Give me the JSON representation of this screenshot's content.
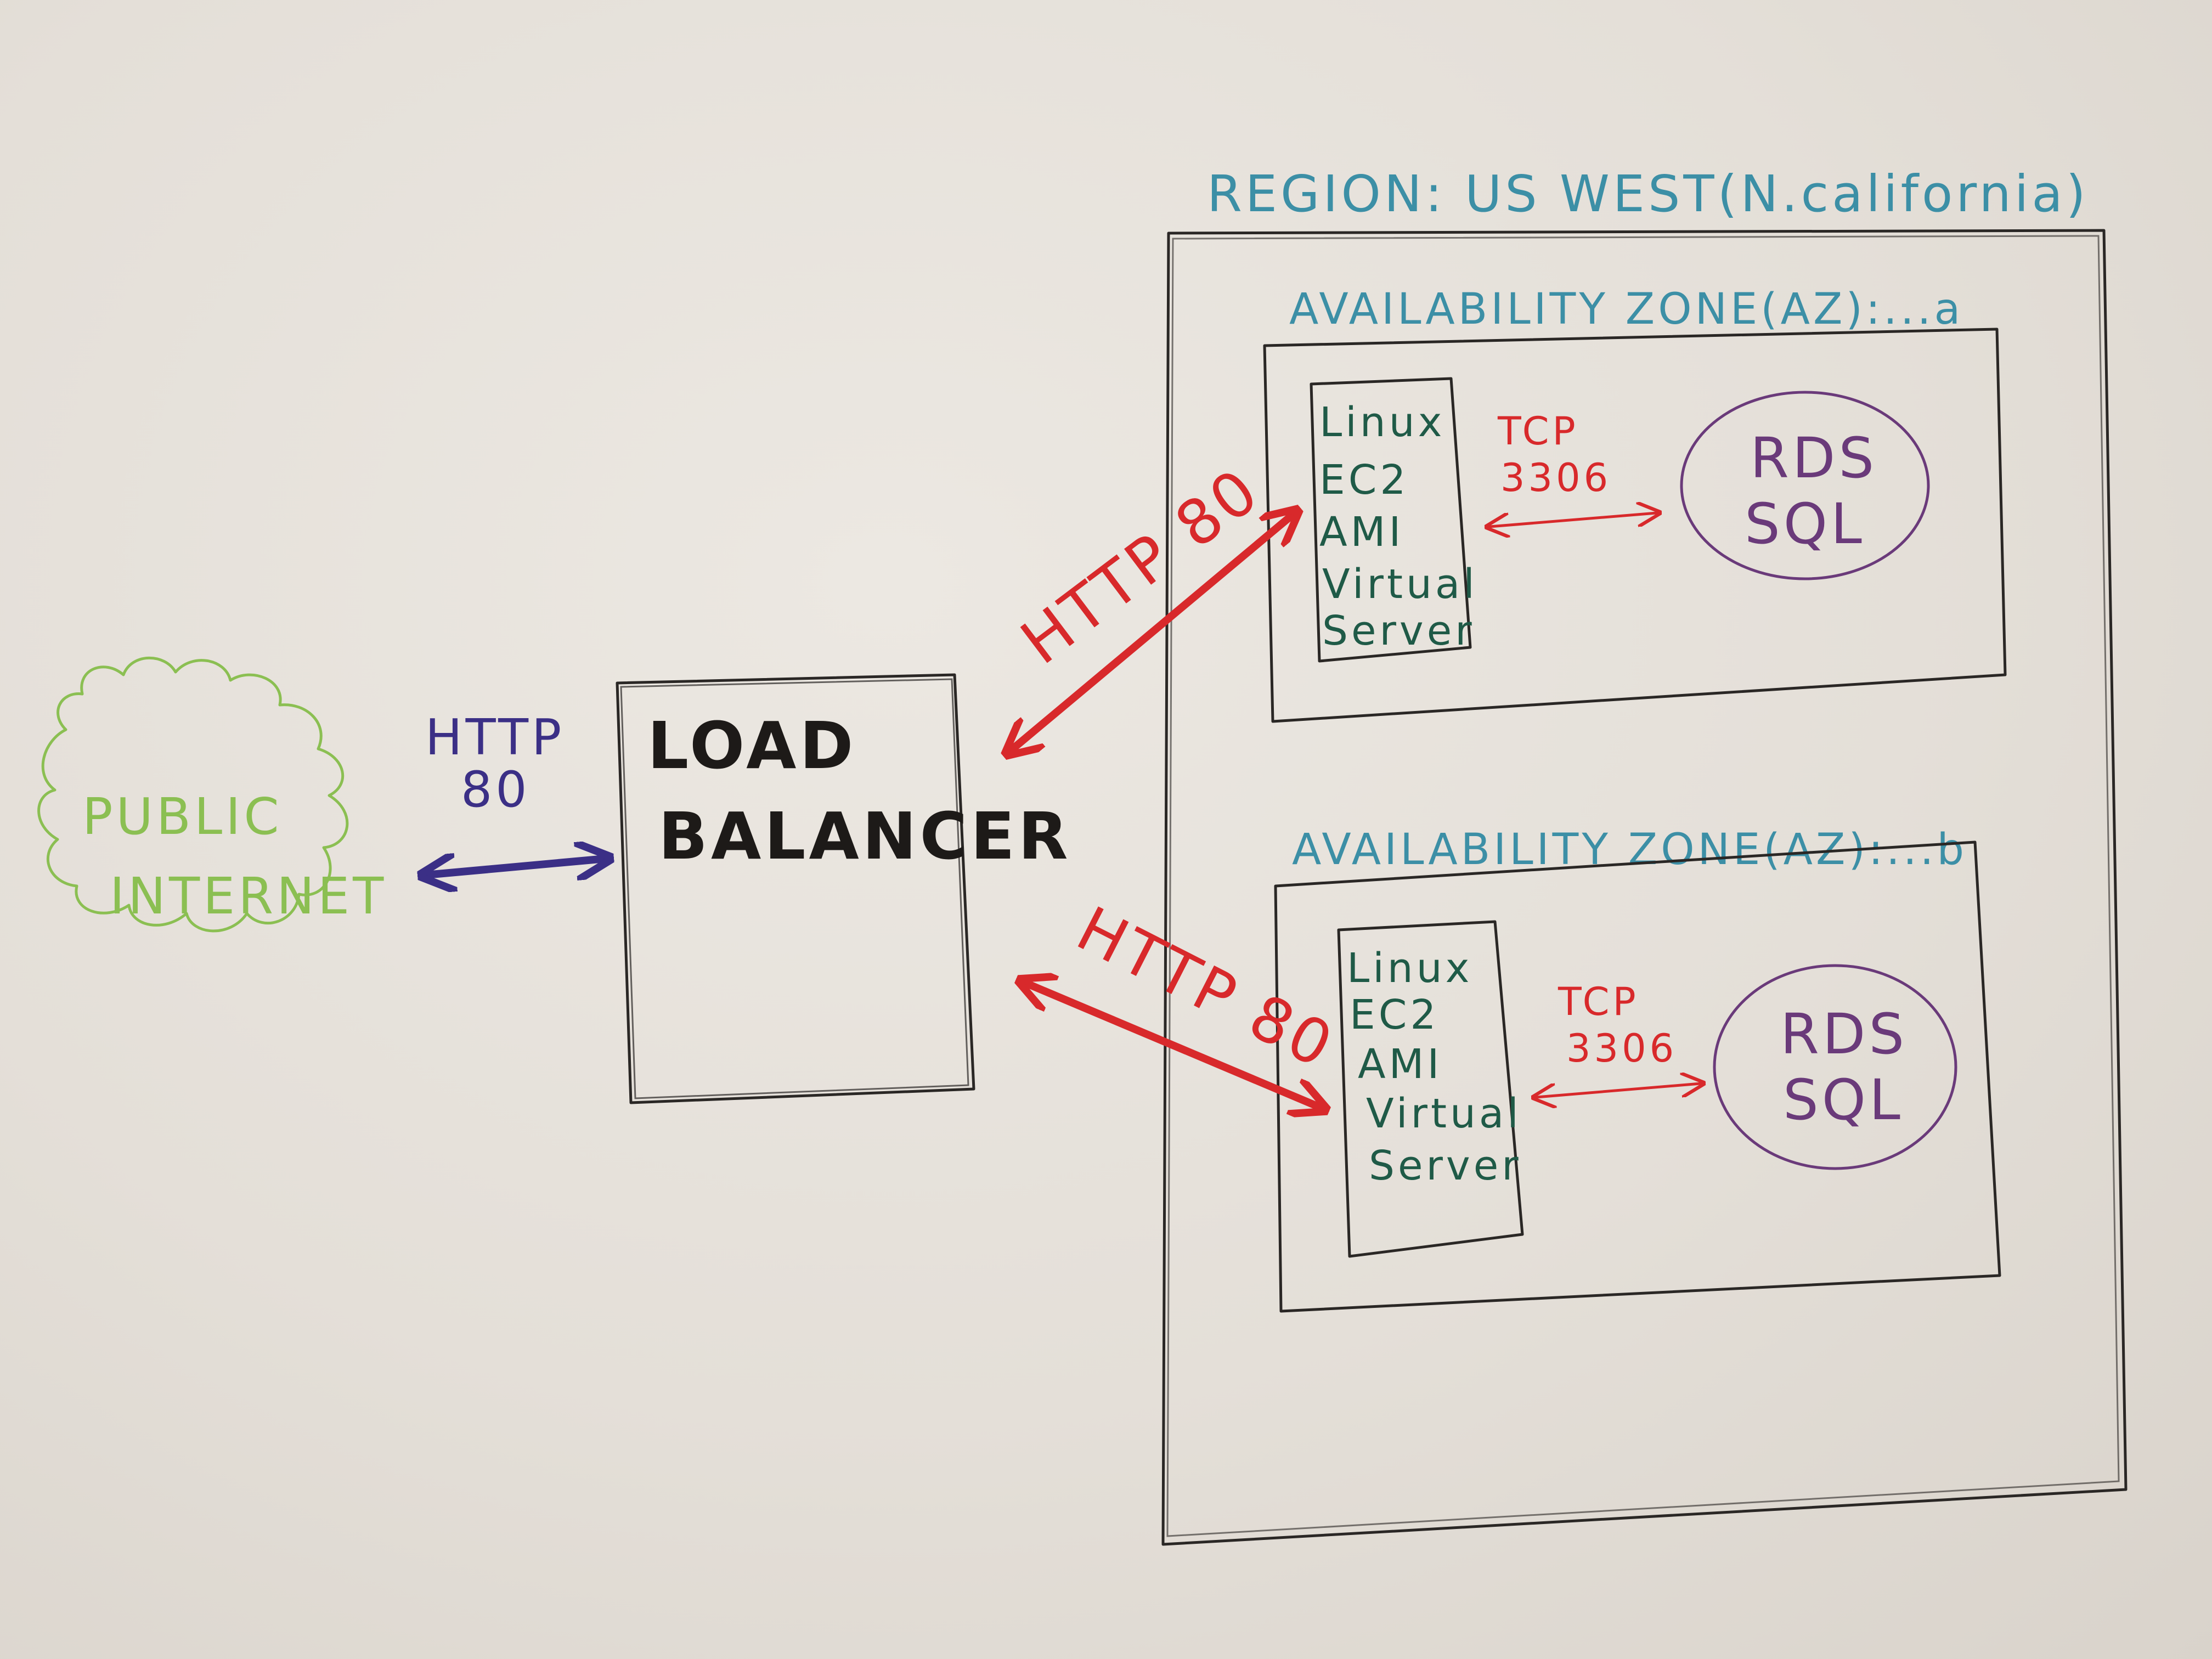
{
  "diagram": {
    "internet": {
      "lines": [
        "PUBLIC",
        "INTERNET"
      ]
    },
    "internet_link": {
      "lines": [
        "HTTP",
        "80"
      ]
    },
    "load_balancer": {
      "lines": [
        "LOAD",
        "BALANCER"
      ]
    },
    "region": {
      "label": "REGION: US WEST(N.california)"
    },
    "zone_a": {
      "label": "AVAILABILITY ZONE(AZ):...a",
      "lb_link": "HTTP 80",
      "server": {
        "lines": [
          "Linux",
          "EC2",
          "AMI",
          "Virtual",
          "Server"
        ]
      },
      "db_link": {
        "lines": [
          "TCP",
          "3306"
        ]
      },
      "database": {
        "lines": [
          "RDS",
          "SQL"
        ]
      }
    },
    "zone_b": {
      "label": "AVAILABILITY ZONE(AZ):...b",
      "lb_link": "HTTP 80",
      "server": {
        "lines": [
          "Linux",
          "EC2",
          "AMI",
          "Virtual",
          "Server"
        ]
      },
      "db_link": {
        "lines": [
          "TCP",
          "3306"
        ]
      },
      "database": {
        "lines": [
          "RDS",
          "SQL"
        ]
      }
    }
  },
  "colors": {
    "internet": "#8bbf52",
    "internet_link": "#3b2f86",
    "frames": "#2a2725",
    "region_text": "#3c8fa6",
    "server_text": "#1f5a47",
    "az_link": "#d8292b",
    "database": "#6a3a7a"
  }
}
